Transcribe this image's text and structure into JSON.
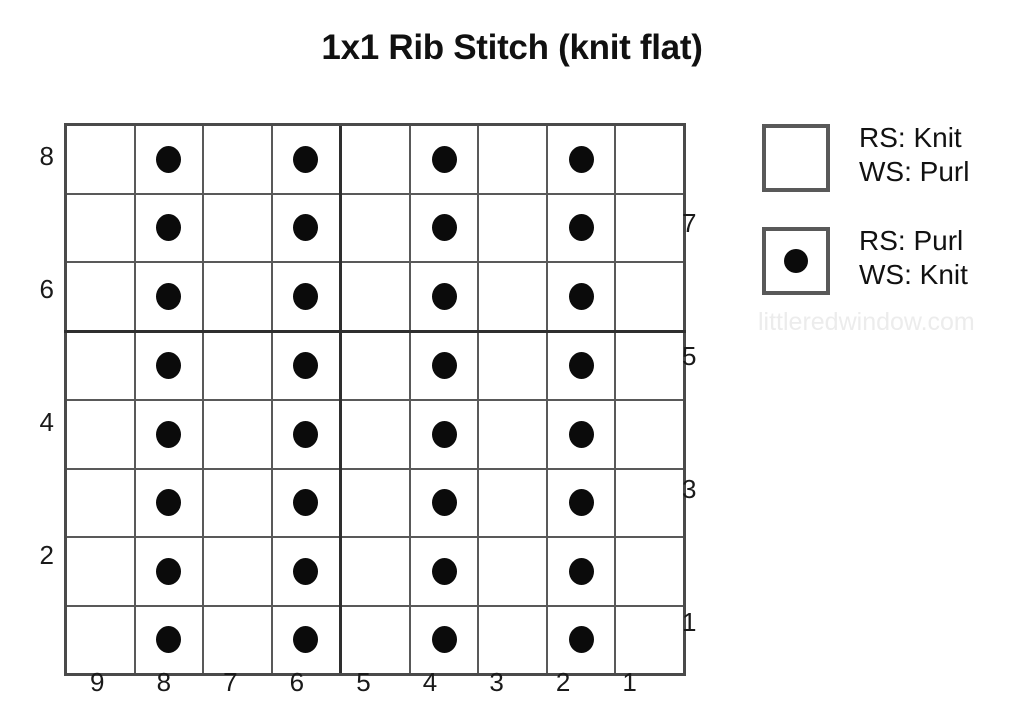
{
  "title": "1x1 Rib Stitch (knit flat)",
  "watermark": "littleredwindow.com",
  "legend": {
    "items": [
      {
        "symbol": "blank",
        "line1": "RS: Knit",
        "line2": "WS: Purl"
      },
      {
        "symbol": "purl-dot",
        "line1": "RS: Purl",
        "line2": "WS: Knit"
      }
    ]
  },
  "axes": {
    "row_labels_left": [
      "8",
      "",
      "6",
      "",
      "4",
      "",
      "2",
      ""
    ],
    "row_labels_right": [
      "",
      "7",
      "",
      "5",
      "",
      "3",
      "",
      "1"
    ],
    "column_labels": [
      "9",
      "8",
      "7",
      "6",
      "5",
      "4",
      "3",
      "2",
      "1"
    ]
  },
  "colors": {
    "grid_line": "#595959",
    "grid_frame": "#4a4a4a",
    "grid_heavy": "#2e2e2e",
    "symbol": "#0b0b0b",
    "text": "#111111",
    "watermark": "#ececec",
    "background": "#ffffff"
  },
  "chart_data": {
    "type": "heatmap",
    "title": "1x1 Rib Stitch (knit flat)",
    "xlabel": "",
    "ylabel": "",
    "rows": 8,
    "columns": 9,
    "categories": [
      "9",
      "8",
      "7",
      "6",
      "5",
      "4",
      "3",
      "2",
      "1"
    ],
    "row_order_top_to_bottom": [
      8,
      7,
      6,
      5,
      4,
      3,
      2,
      1
    ],
    "symbol_legend": {
      "0": "blank (RS: Knit / WS: Purl)",
      "1": "purl-dot (RS: Purl / WS: Knit)"
    },
    "grid": [
      [
        0,
        1,
        0,
        1,
        0,
        1,
        0,
        1,
        0
      ],
      [
        0,
        1,
        0,
        1,
        0,
        1,
        0,
        1,
        0
      ],
      [
        0,
        1,
        0,
        1,
        0,
        1,
        0,
        1,
        0
      ],
      [
        0,
        1,
        0,
        1,
        0,
        1,
        0,
        1,
        0
      ],
      [
        0,
        1,
        0,
        1,
        0,
        1,
        0,
        1,
        0
      ],
      [
        0,
        1,
        0,
        1,
        0,
        1,
        0,
        1,
        0
      ],
      [
        0,
        1,
        0,
        1,
        0,
        1,
        0,
        1,
        0
      ],
      [
        0,
        1,
        0,
        1,
        0,
        1,
        0,
        1,
        0
      ]
    ],
    "heavy_row_boundary_after_top_index": 2,
    "heavy_column_boundary_before_index": 4,
    "legend_position": "right",
    "grid_on": true
  }
}
